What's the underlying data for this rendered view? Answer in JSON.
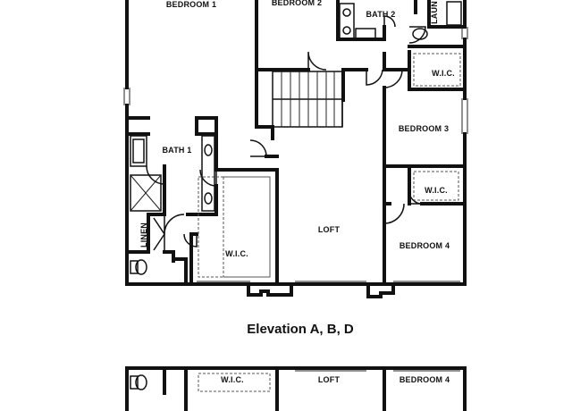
{
  "rooms": {
    "bedroom1": "BEDROOM 1",
    "bedroom2": "BEDROOM 2",
    "bath2": "BATH 2",
    "laundry": "LAUN",
    "wic_bedroom3": "W.I.C.",
    "bedroom3": "BEDROOM 3",
    "bath1": "BATH 1",
    "wic_bedroom4": "W.I.C.",
    "loft": "LOFT",
    "linen": "LINEN",
    "wic_main": "W.I.C.",
    "bedroom4": "BEDROOM 4"
  },
  "caption": "Elevation A, B, D",
  "alt_plan": {
    "wic": "W.I.C.",
    "loft": "LOFT",
    "bedroom4": "BEDROOM 4"
  }
}
